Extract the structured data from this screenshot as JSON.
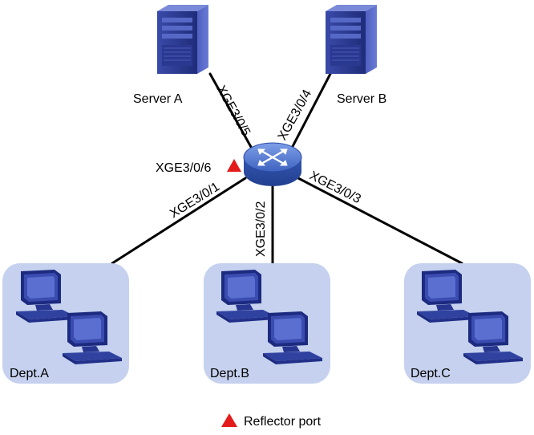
{
  "servers": [
    {
      "label": "Server A",
      "icon": "tower-server-icon"
    },
    {
      "label": "Server B",
      "icon": "tower-server-icon"
    }
  ],
  "switch": {
    "icon": "layer3-switch-icon",
    "reflector_port": "XGE3/0/6"
  },
  "links": [
    {
      "port": "XGE3/0/5",
      "to": "Server A"
    },
    {
      "port": "XGE3/0/4",
      "to": "Server B"
    },
    {
      "port": "XGE3/0/1",
      "to": "Dept.A"
    },
    {
      "port": "XGE3/0/2",
      "to": "Dept.B"
    },
    {
      "port": "XGE3/0/3",
      "to": "Dept.C"
    }
  ],
  "departments": [
    {
      "label": "Dept.A",
      "icon": "pc-icon"
    },
    {
      "label": "Dept.B",
      "icon": "pc-icon"
    },
    {
      "label": "Dept.C",
      "icon": "pc-icon"
    }
  ],
  "legend": {
    "marker_icon": "red-triangle-icon",
    "label": "Reflector port"
  },
  "colors": {
    "device_blue": "#2f3f9e",
    "dept_box": "#c5d1ee",
    "switch_blue": "#4a6fc7",
    "marker_red": "#e41b1b"
  }
}
